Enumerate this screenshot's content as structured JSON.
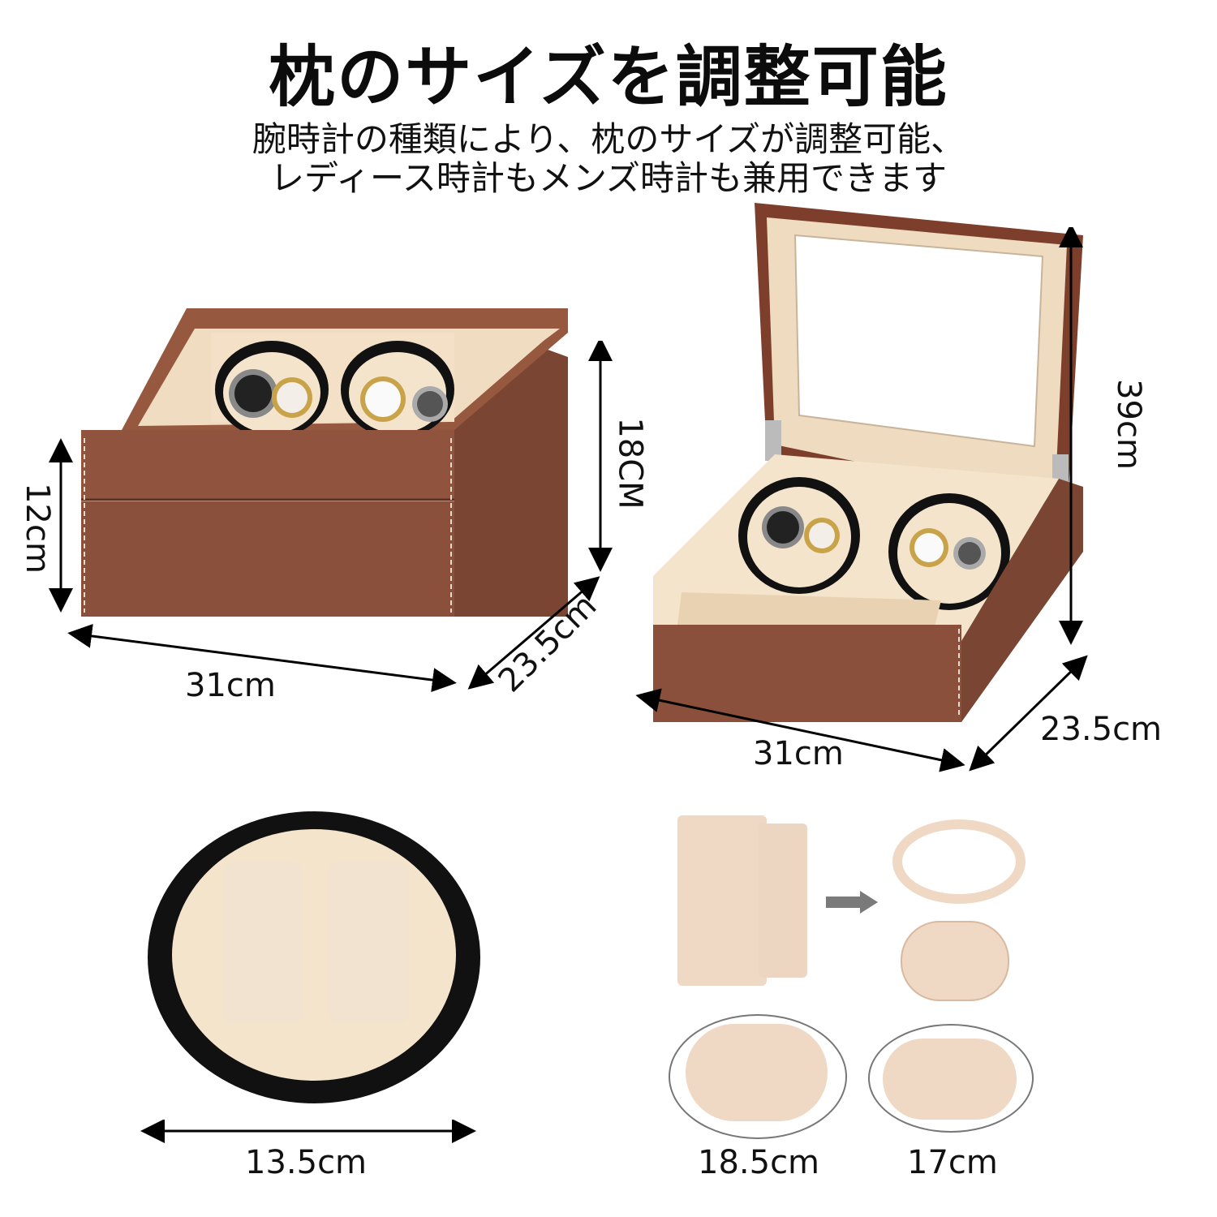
{
  "header": {
    "title": "枕のサイズを調整可能",
    "subtitle_line1": "腕時計の種類により、枕のサイズが調整可能、",
    "subtitle_line2": "レディース時計もメンズ時計も兼用できます"
  },
  "closed_box": {
    "height_label": "12cm",
    "total_height_label": "18CM",
    "width_label": "31cm",
    "depth_label": "23.5cm"
  },
  "open_box": {
    "height_label": "39cm",
    "width_label": "31cm",
    "depth_label": "23.5cm"
  },
  "rotor": {
    "diameter_label": "13.5cm"
  },
  "pillow": {
    "large_label": "18.5cm",
    "small_label": "17cm"
  },
  "colors": {
    "leather": "#8a513d",
    "cream": "#f4e4cc",
    "ring": "#111111",
    "pad": "#f1e3cf",
    "arrow_gray": "#7a7a7a"
  }
}
